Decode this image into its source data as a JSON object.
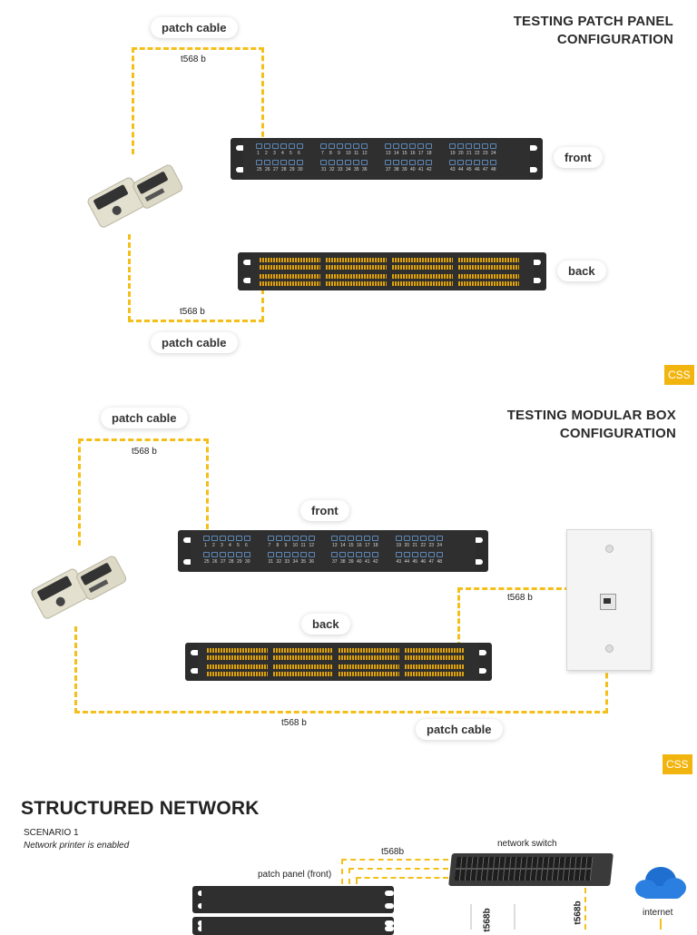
{
  "section1": {
    "title_line1": "TESTING PATCH PANEL",
    "title_line2": "CONFIGURATION",
    "patch_cable_top": "patch cable",
    "patch_cable_bottom": "patch cable",
    "t568_top": "t568 b",
    "t568_bottom": "t568 b",
    "front_label": "front",
    "back_label": "back",
    "css_badge": "CSS"
  },
  "section2": {
    "title_line1": "TESTING MODULAR BOX",
    "title_line2": "CONFIGURATION",
    "patch_cable_top": "patch cable",
    "patch_cable_bottom": "patch cable",
    "t568_top": "t568 b",
    "t568_right": "t568 b",
    "t568_bottom": "t568 b",
    "front_label": "front",
    "back_label": "back",
    "css_badge": "CSS"
  },
  "section3": {
    "title": "STRUCTURED NETWORK",
    "scenario": "SCENARIO 1",
    "scenario_note": "Network printer is enabled",
    "t568b_top": "t568b",
    "network_switch": "network switch",
    "patch_panel_front": "patch panel (front)",
    "internet": "internet",
    "t568b_vertical_left": "t568b",
    "t568b_vertical_right": "t568b"
  },
  "port_numbers": {
    "row1": [
      "1",
      "2",
      "3",
      "4",
      "5",
      "6",
      "7",
      "8",
      "9",
      "10",
      "11",
      "12",
      "13",
      "14",
      "15",
      "16",
      "17",
      "18",
      "19",
      "20",
      "21",
      "22",
      "23",
      "24"
    ],
    "row2": [
      "25",
      "26",
      "27",
      "28",
      "29",
      "30",
      "31",
      "32",
      "33",
      "34",
      "35",
      "36",
      "37",
      "38",
      "39",
      "40",
      "41",
      "42",
      "43",
      "44",
      "45",
      "46",
      "47",
      "48"
    ]
  },
  "colors": {
    "cable": "#f4bf18",
    "badge": "#f2b50f",
    "panel": "#2f2f2f",
    "port": "#5d88b7"
  }
}
